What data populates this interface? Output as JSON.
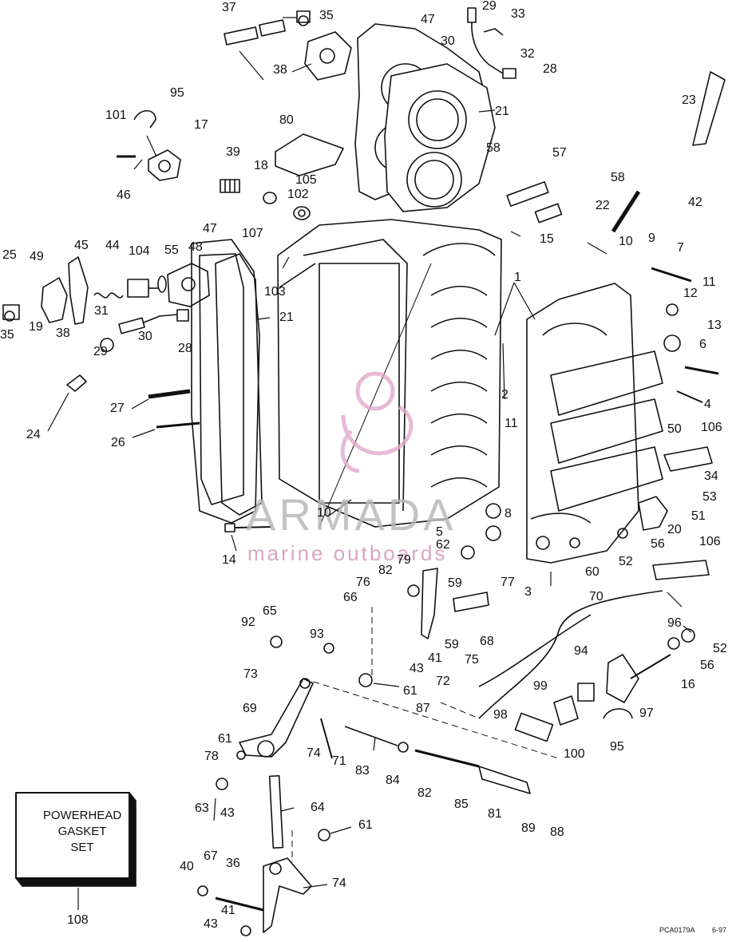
{
  "watermark": {
    "title": "ARMADA",
    "subtitle": "marine outboards"
  },
  "kit_box": {
    "lines": [
      "POWERHEAD",
      "GASKET",
      "SET"
    ],
    "number": "108"
  },
  "footer": {
    "code": "PCA0179A",
    "date": "6-97"
  },
  "callouts": [
    "37",
    "35",
    "47",
    "29",
    "33",
    "30",
    "32",
    "28",
    "38",
    "21",
    "95",
    "101",
    "17",
    "80",
    "23",
    "39",
    "18",
    "105",
    "58",
    "57",
    "46",
    "102",
    "107",
    "58",
    "42",
    "22",
    "15",
    "47",
    "48",
    "25",
    "49",
    "45",
    "44",
    "104",
    "55",
    "10",
    "9",
    "7",
    "103",
    "1",
    "12",
    "11",
    "21",
    "31",
    "35",
    "19",
    "38",
    "30",
    "28",
    "13",
    "29",
    "6",
    "2",
    "27",
    "24",
    "26",
    "11",
    "4",
    "50",
    "106",
    "34",
    "53",
    "51",
    "20",
    "10",
    "8",
    "5",
    "56",
    "62",
    "14",
    "106",
    "52",
    "79",
    "82",
    "77",
    "76",
    "59",
    "66",
    "60",
    "3",
    "70",
    "92",
    "65",
    "93",
    "43",
    "41",
    "59",
    "75",
    "68",
    "96",
    "52",
    "56",
    "73",
    "72",
    "94",
    "61",
    "87",
    "99",
    "16",
    "69",
    "98",
    "97",
    "74",
    "71",
    "83",
    "84",
    "61",
    "95",
    "100",
    "78",
    "82",
    "85",
    "81",
    "63",
    "43",
    "64",
    "89",
    "88",
    "61",
    "40",
    "67",
    "36",
    "74",
    "41",
    "43"
  ]
}
